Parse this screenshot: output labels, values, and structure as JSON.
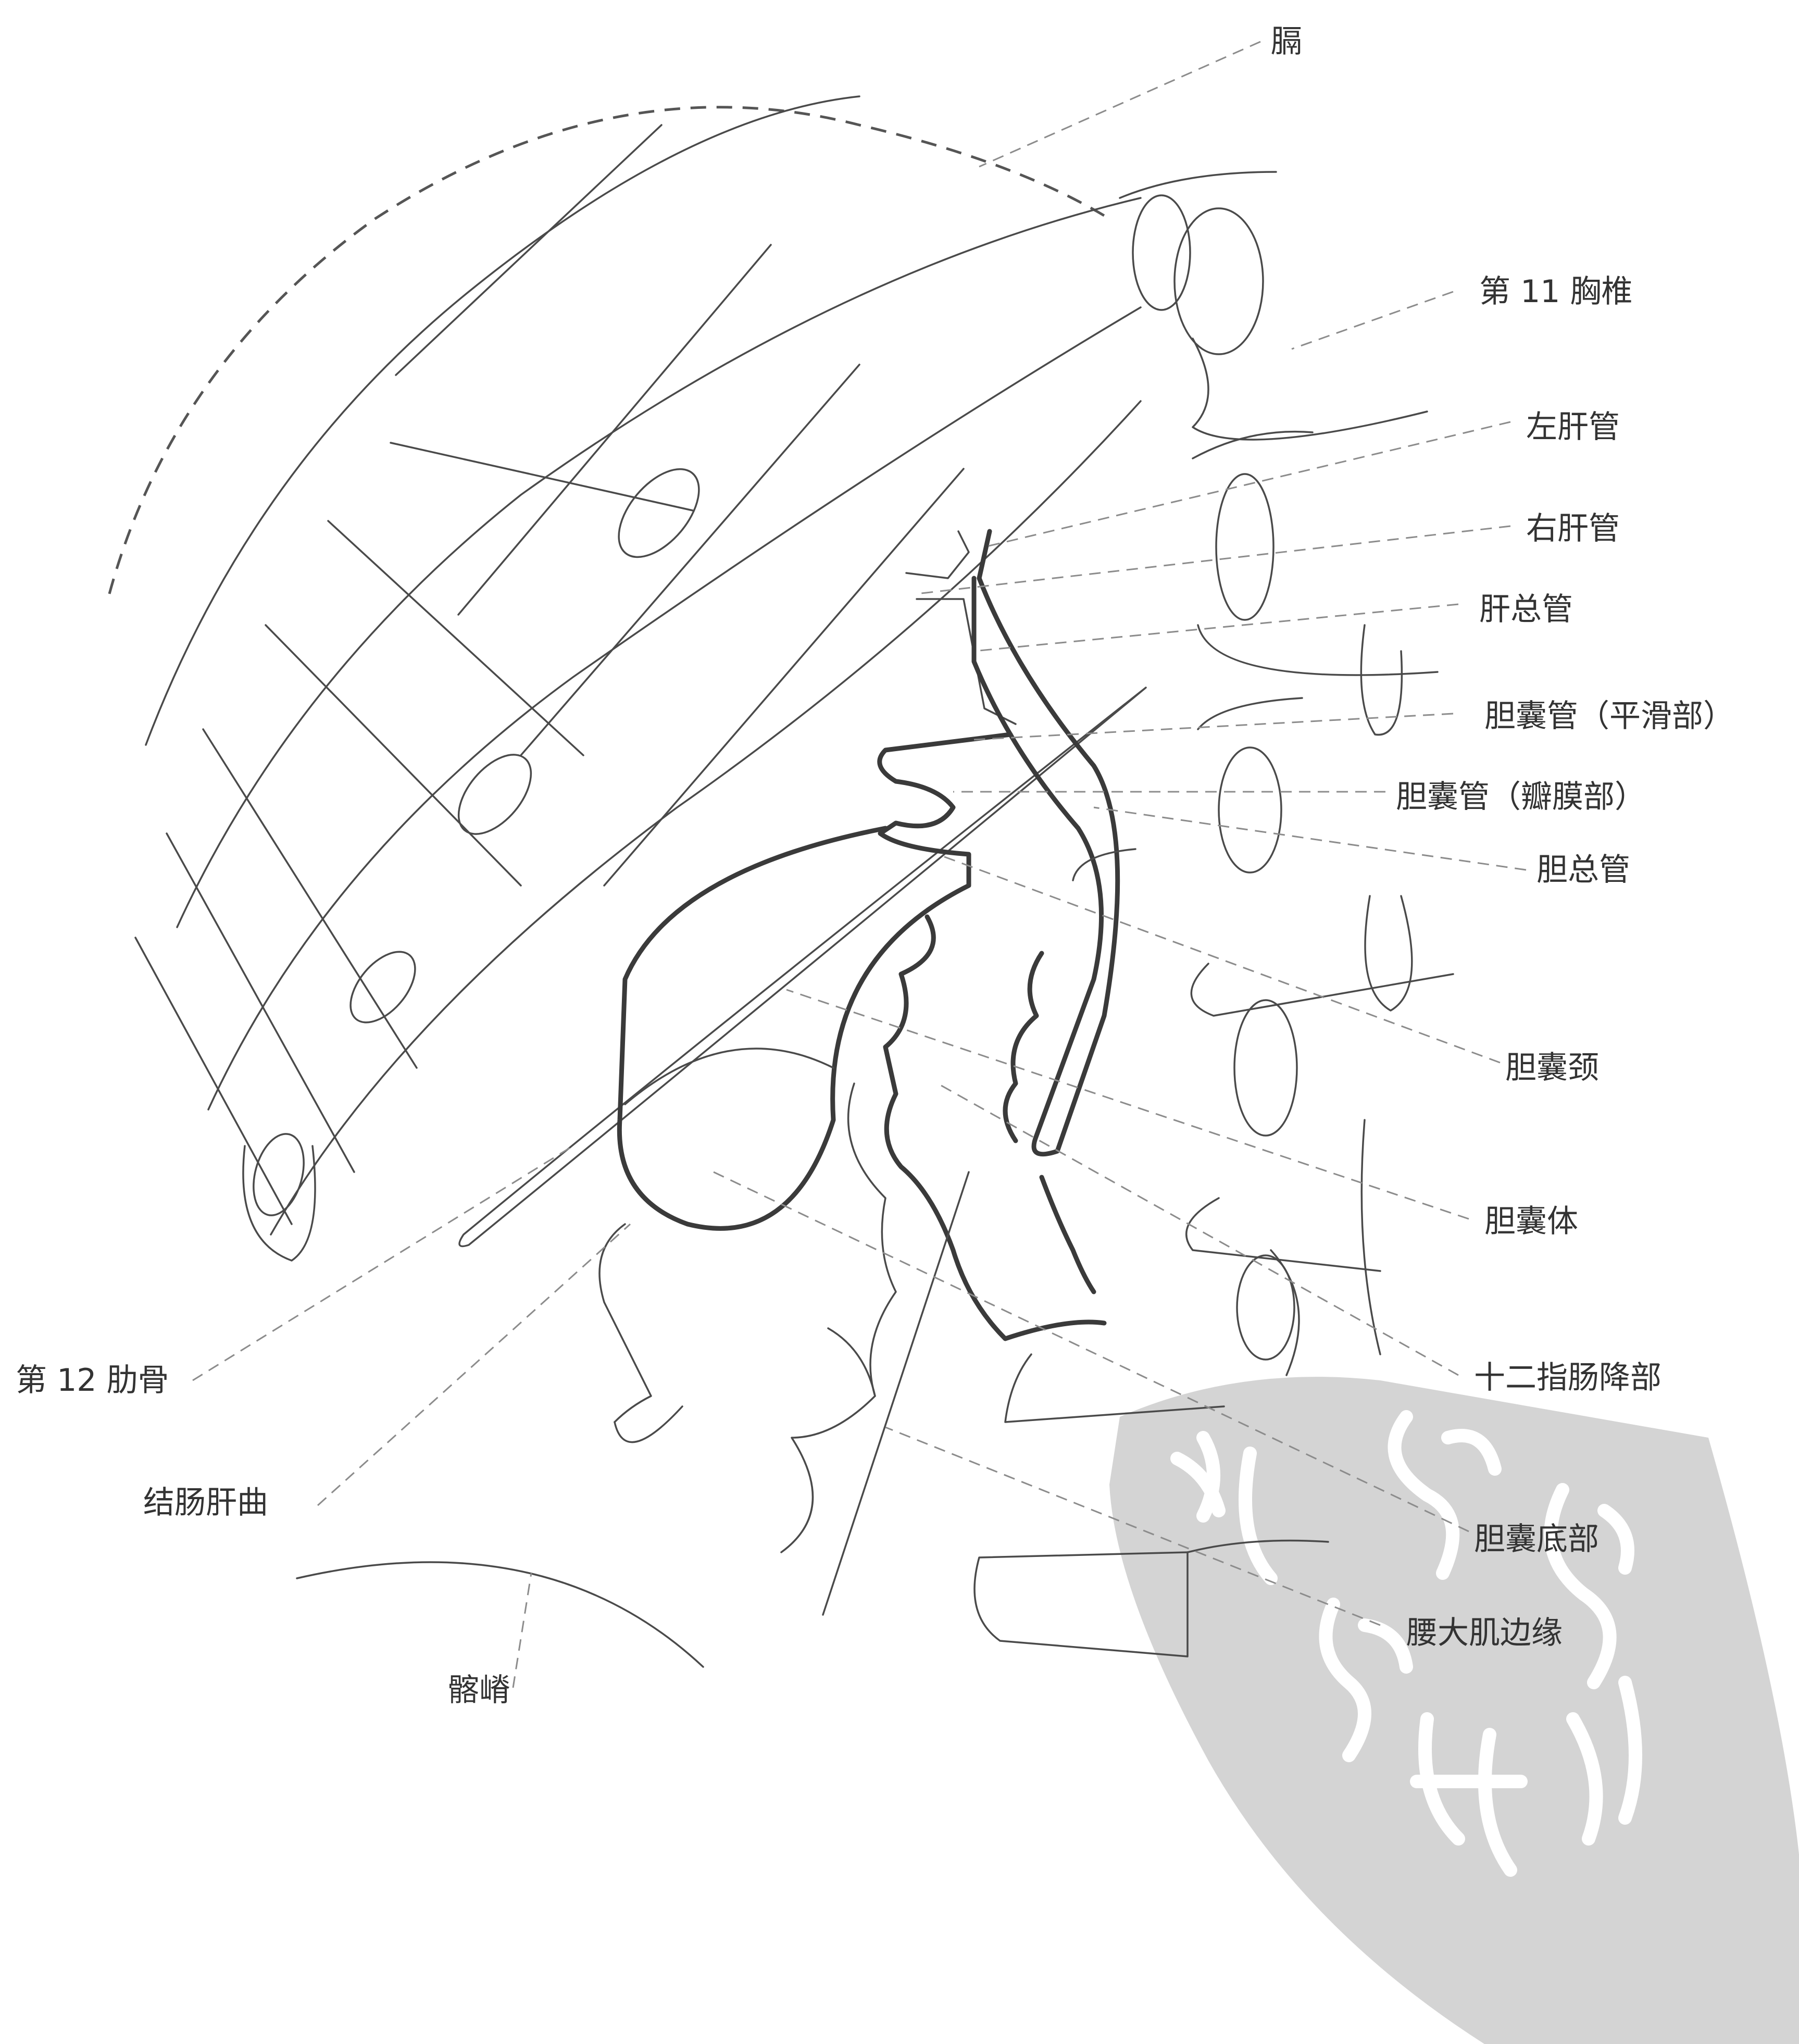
{
  "labels": {
    "diaphragm": "膈",
    "t11": "第 11 胸椎",
    "left_hepatic_duct": "左肝管",
    "right_hepatic_duct": "右肝管",
    "common_hepatic_duct": "肝总管",
    "cystic_duct_smooth": "胆囊管（平滑部）",
    "cystic_duct_valve": "胆囊管（瓣膜部）",
    "common_bile_duct": "胆总管",
    "gallbladder_neck": "胆囊颈",
    "gallbladder_body": "胆囊体",
    "duodenum_descending": "十二指肠降部",
    "gallbladder_fundus": "胆囊底部",
    "psoas_margin": "腰大肌边缘",
    "rib12": "第 12 肋骨",
    "hepatic_flexure": "结肠肝曲",
    "iliac_crest": "髂嵴"
  },
  "colors": {
    "line": "#4a4a4a",
    "leader": "#8c8c8c",
    "stamp": "#d4d4d4",
    "text": "#333333"
  }
}
